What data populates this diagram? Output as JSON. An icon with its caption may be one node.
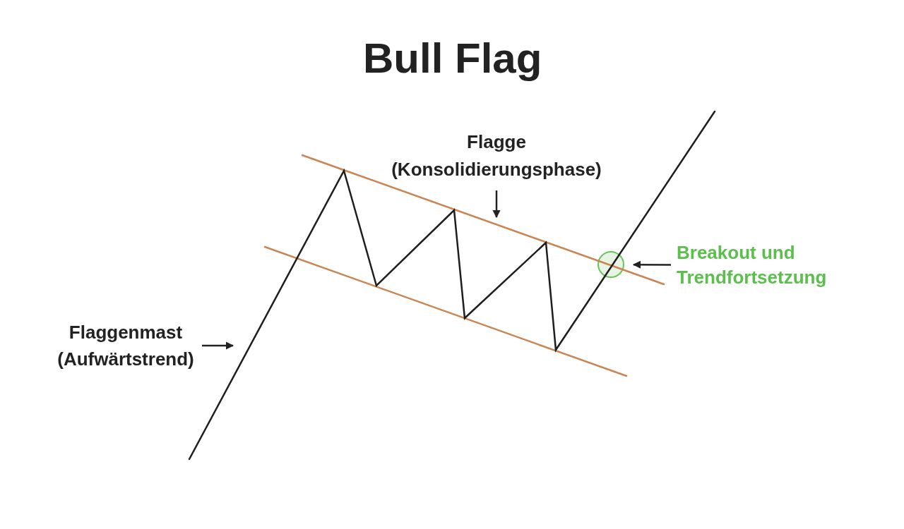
{
  "diagram": {
    "title": "Bull Flag",
    "nodes": [
      {
        "text": [
          "Flagge (Konsolidierungsphase)"
        ]
      },
      {
        "text": [
          "Flaggenmast (Aufwärtstrend)"
        ]
      },
      {
        "text": [
          "Breakout und Trendfortsetzung"
        ]
      },
      {
        "text": [],
        "shape": "circle"
      }
    ],
    "edges": [
      {
        "from": 0,
        "to": null,
        "arrow": "to"
      },
      {
        "from": 1,
        "to": null,
        "arrow": "to"
      },
      {
        "from": 2,
        "to": 3,
        "arrow": "to"
      }
    ]
  }
}
